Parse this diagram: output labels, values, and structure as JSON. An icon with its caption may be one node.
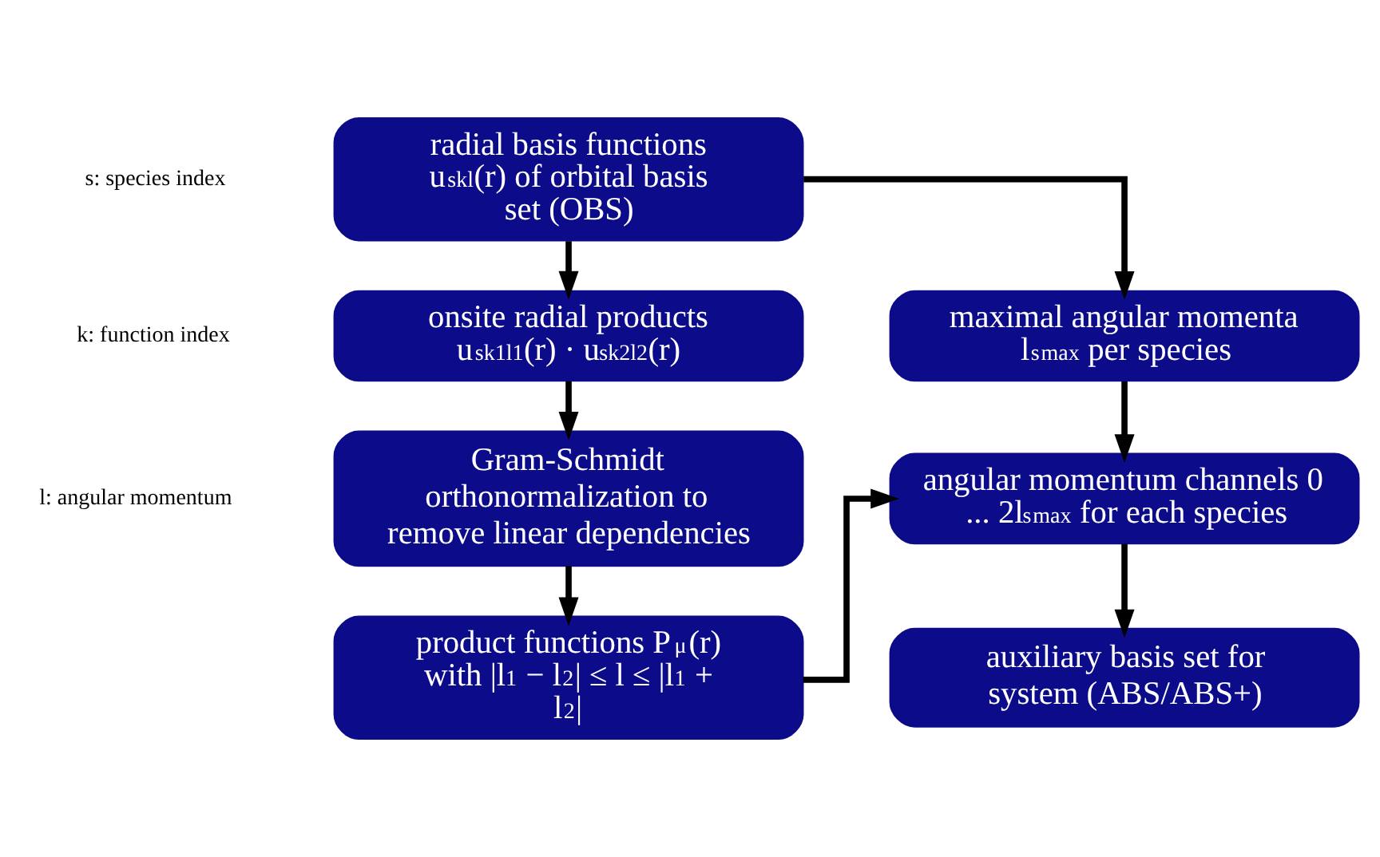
{
  "diagram": {
    "nodes": [
      {
        "text": [
          "radial basis functions u$_{skl}$(r) of orbital basis set (OBS)"
        ]
      },
      {
        "text": [
          "onsite radial products u$_{sk1l1}$(r) · u$_{sk2l2}$(r)"
        ]
      },
      {
        "text": [
          "Gram-Schmidt orthonormalization to remove linear dependencies"
        ]
      },
      {
        "text": [
          "product functions P$_{μ}$(r) with |l$_{1}$ − l$_{2}$| ≤ l ≤ |l$_{1}$ + l$_{2}$|"
        ]
      },
      {
        "text": [
          "maximal angular momenta l$_{s}$$^{max}$ per species"
        ]
      },
      {
        "text": [
          "angular momentum channels 0 ... 2l$_{s}$$^{max}$ for each species"
        ]
      },
      {
        "text": [
          "auxiliary basis set for system (ABS/ABS+)"
        ]
      }
    ],
    "edges": [
      {
        "from": 0,
        "to": 1,
        "arrow": "to"
      },
      {
        "from": 0,
        "to": 4,
        "arrow": "to"
      },
      {
        "from": 1,
        "to": 2,
        "arrow": "to"
      },
      {
        "from": 2,
        "to": 3,
        "arrow": "to"
      },
      {
        "from": 3,
        "to": 5,
        "arrow": "to"
      },
      {
        "from": 4,
        "to": 5,
        "arrow": "to"
      },
      {
        "from": 5,
        "to": 6,
        "arrow": "to"
      }
    ],
    "labels": [
      "s: species index",
      "k: function index",
      "l: angular momentum"
    ]
  }
}
